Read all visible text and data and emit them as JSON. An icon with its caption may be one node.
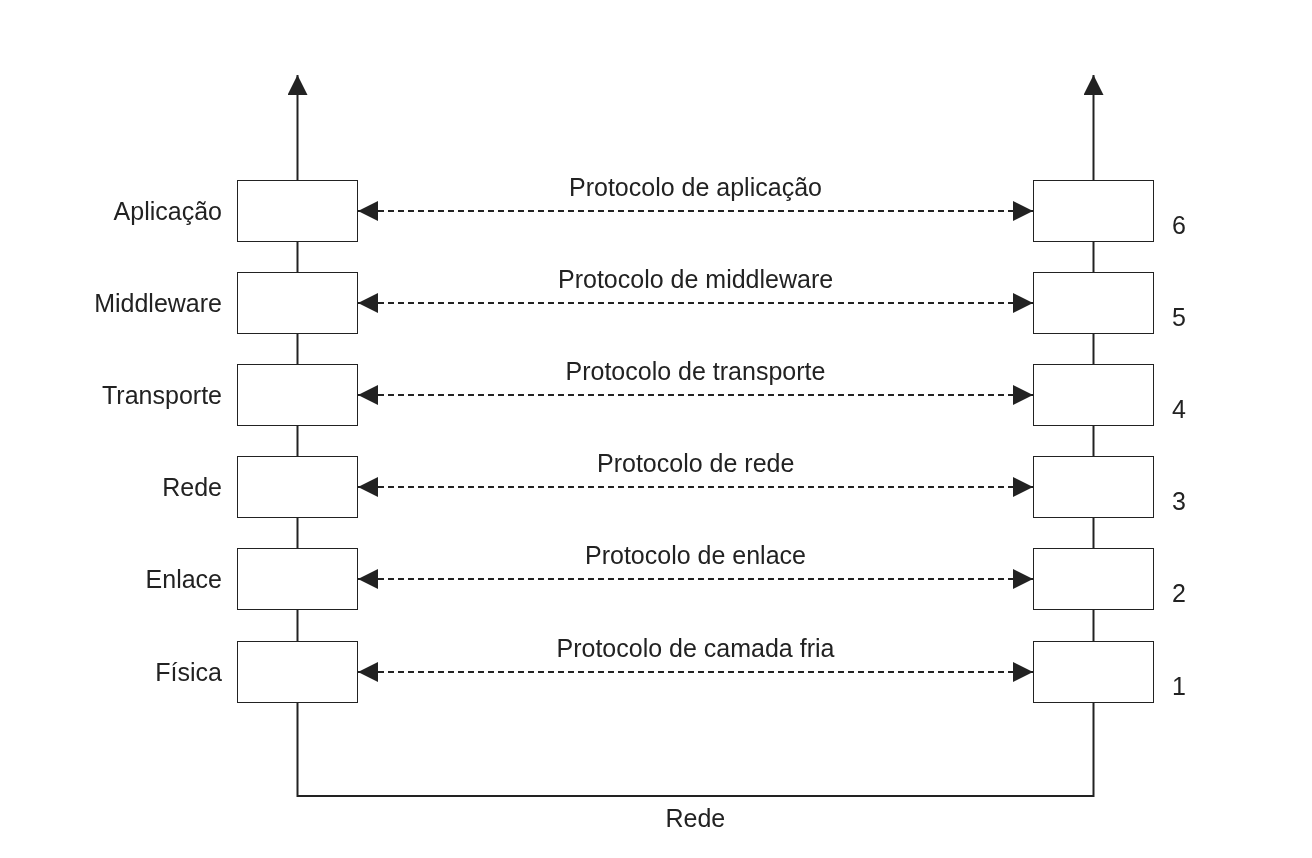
{
  "diagram": {
    "nodes": [
      {
        "text": [],
        "shape": "box",
        "beside": [
          "Aplicação"
        ]
      },
      {
        "text": [],
        "shape": "box",
        "beside": [
          "6"
        ]
      },
      {
        "text": [],
        "shape": "box",
        "beside": [
          "Middleware"
        ]
      },
      {
        "text": [],
        "shape": "box",
        "beside": [
          "5"
        ]
      },
      {
        "text": [],
        "shape": "box",
        "beside": [
          "Transporte"
        ]
      },
      {
        "text": [],
        "shape": "box",
        "beside": [
          "4"
        ]
      },
      {
        "text": [],
        "shape": "box",
        "beside": [
          "Rede"
        ]
      },
      {
        "text": [],
        "shape": "box",
        "beside": [
          "3"
        ]
      },
      {
        "text": [],
        "shape": "box",
        "beside": [
          "Enlace"
        ]
      },
      {
        "text": [],
        "shape": "box",
        "beside": [
          "2"
        ]
      },
      {
        "text": [],
        "shape": "box",
        "beside": [
          "Física"
        ]
      },
      {
        "text": [],
        "shape": "box",
        "beside": [
          "1"
        ]
      }
    ],
    "edges": [
      {
        "from": 0,
        "to": 1,
        "arrow": "both",
        "label": "Protocolo de aplicação",
        "style": "dashed"
      },
      {
        "from": 2,
        "to": 3,
        "arrow": "both",
        "label": "Protocolo de middleware",
        "style": "dashed"
      },
      {
        "from": 4,
        "to": 5,
        "arrow": "both",
        "label": "Protocolo de transporte",
        "style": "dashed"
      },
      {
        "from": 6,
        "to": 7,
        "arrow": "both",
        "label": "Protocolo de rede",
        "style": "dashed"
      },
      {
        "from": 8,
        "to": 9,
        "arrow": "both",
        "label": "Protocolo de enlace",
        "style": "dashed"
      },
      {
        "from": 10,
        "to": 11,
        "arrow": "both",
        "label": "Protocolo de camada fria",
        "style": "dashed"
      },
      {
        "from": 0,
        "to": null,
        "arrow": "to"
      },
      {
        "from": 1,
        "to": null,
        "arrow": "to"
      },
      {
        "from": 0,
        "to": 2,
        "arrow": "none"
      },
      {
        "from": 2,
        "to": 4,
        "arrow": "none"
      },
      {
        "from": 4,
        "to": 6,
        "arrow": "none"
      },
      {
        "from": 6,
        "to": 8,
        "arrow": "none"
      },
      {
        "from": 8,
        "to": 10,
        "arrow": "none"
      },
      {
        "from": 1,
        "to": 3,
        "arrow": "none"
      },
      {
        "from": 3,
        "to": 5,
        "arrow": "none"
      },
      {
        "from": 5,
        "to": 7,
        "arrow": "none"
      },
      {
        "from": 7,
        "to": 9,
        "arrow": "none"
      },
      {
        "from": 9,
        "to": 11,
        "arrow": "none"
      },
      {
        "from": 10,
        "to": 11,
        "arrow": "none",
        "label": "Rede"
      }
    ]
  }
}
